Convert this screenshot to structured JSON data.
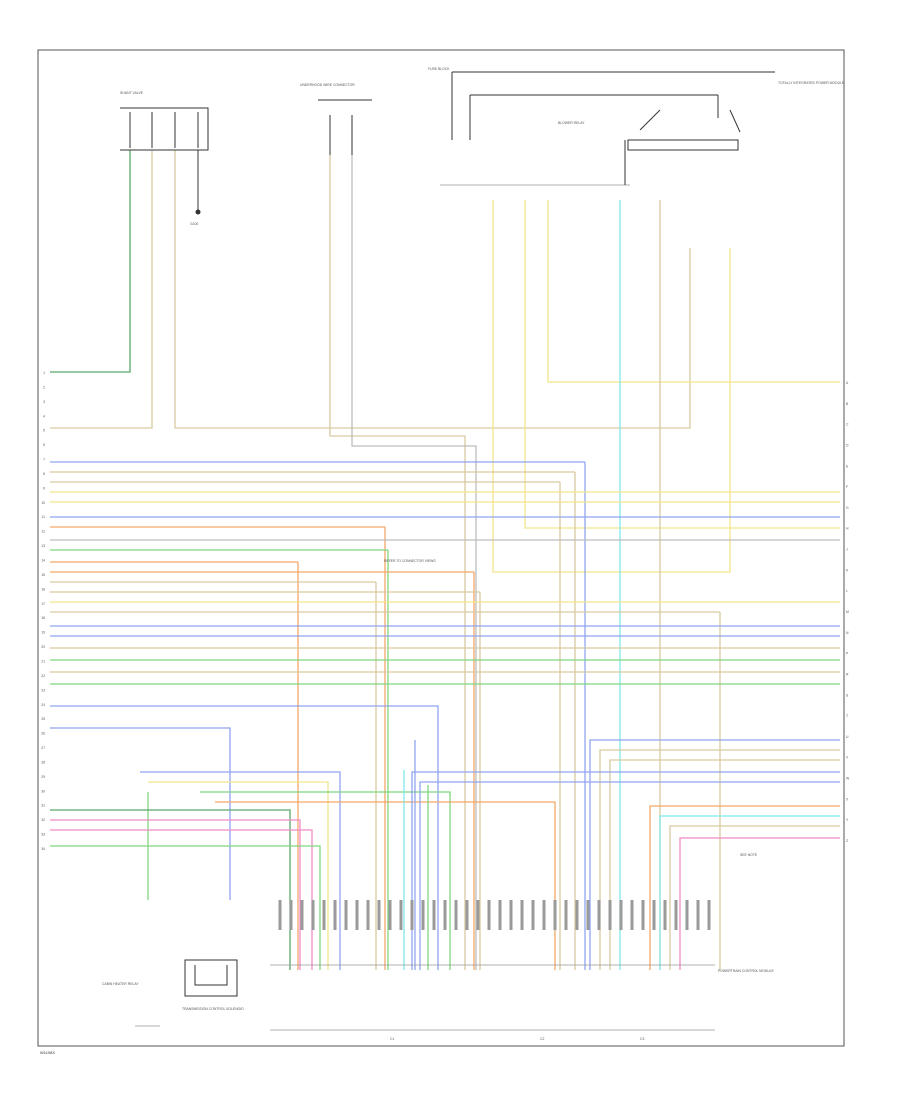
{
  "colors": {
    "yellow": "#f2e58a",
    "tan": "#d9c9a0",
    "blue": "#8fa4f0",
    "green": "#7fd67f",
    "darkgreen": "#5aa86a",
    "orange": "#f4a869",
    "pink": "#f08ac8",
    "cyan": "#7fe8ea",
    "grey": "#bdbdbd",
    "red": "#f07a7a",
    "black": "#333333"
  },
  "components": {
    "top_left": "SHUNT VALVE",
    "top_mid": "UNDERHOOD WIRE CONNECTOR",
    "top_right_fuse": "FUSE BLOCK",
    "top_right_relay": "BLOWER RELAY",
    "top_right_side": "TOTALLY INTEGRATED POWER MODULE",
    "ground": "G100",
    "mid_note": "REFER TO CONNECTOR VIEWS",
    "bottom_left_1": "CABIN HEATER RELAY",
    "bottom_left_2": "TRANSMISSION CONTROL SOLENOID",
    "bottom_right": "POWERTRAIN CONTROL MODULE",
    "bottom_right_note": "SEE NOTE",
    "bottom_center": "C1",
    "bottom_center_2": "C2",
    "bottom_center_3": "C3"
  },
  "page_id": "W1108X",
  "left_labels": [
    "1",
    "2",
    "3",
    "4",
    "5",
    "6",
    "7",
    "8",
    "9",
    "10",
    "11",
    "12",
    "13",
    "14",
    "15",
    "16",
    "17",
    "18",
    "19",
    "20",
    "21",
    "22",
    "23",
    "24",
    "25",
    "26",
    "27",
    "28",
    "29",
    "30",
    "31",
    "32",
    "33",
    "34"
  ],
  "right_labels": [
    "A",
    "B",
    "C",
    "D",
    "E",
    "F",
    "G",
    "H",
    "J",
    "K",
    "L",
    "M",
    "N",
    "P",
    "R",
    "S",
    "T",
    "U",
    "V",
    "W",
    "X",
    "Y",
    "Z"
  ]
}
